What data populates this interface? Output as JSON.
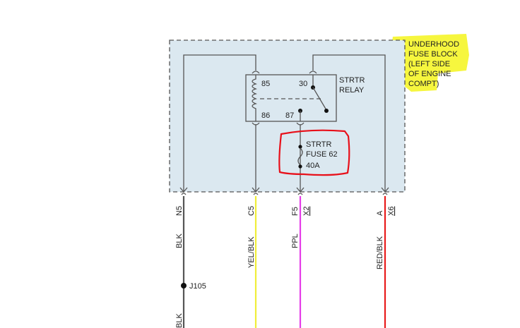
{
  "fuse_block": {
    "title_lines": [
      "UNDERHOOD",
      "FUSE BLOCK",
      "(LEFT SIDE",
      "OF ENGINE",
      "COMPT)"
    ],
    "fill_color": "#dbe8f0",
    "highlight_color": "#f5f51c"
  },
  "relay": {
    "name_lines": [
      "STRTR",
      "RELAY"
    ],
    "pins": {
      "p85": "85",
      "p86": "86",
      "p30": "30",
      "p87": "87"
    }
  },
  "fuse": {
    "label_lines": [
      "STRTR",
      "FUSE 62",
      "40A"
    ],
    "annotation_color": "#e8101a"
  },
  "terminals": [
    {
      "pin": "N5",
      "connector": "",
      "wire": "BLK",
      "wire_color": "#555555"
    },
    {
      "pin": "C5",
      "connector": "",
      "wire": "YEL/BLK",
      "wire_color": "#f0ee3a"
    },
    {
      "pin": "F5",
      "connector": "X2",
      "wire": "PPL",
      "wire_color": "#e53ce8"
    },
    {
      "pin": "A",
      "connector": "X6",
      "wire": "RED/BLK",
      "wire_color": "#e81c1c"
    }
  ],
  "splice": {
    "label": "J105",
    "wire_below": "BLK"
  }
}
